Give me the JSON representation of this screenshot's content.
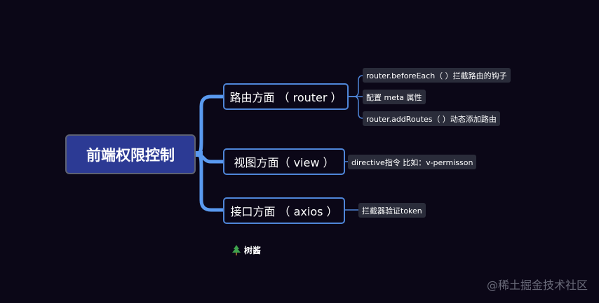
{
  "root": {
    "label": "前端权限控制"
  },
  "branches": [
    {
      "label": "路由方面 （ router ）",
      "leaves": [
        "router.beforeEach（ ）拦截路由的钩子",
        "配置 meta 属性",
        "router.addRoutes（ ）动态添加路由"
      ]
    },
    {
      "label": "视图方面（ view ）",
      "leaves": [
        "directive指令 比如：v-permisson"
      ]
    },
    {
      "label": "接口方面 （ axios ）",
      "leaves": [
        "拦截器验证token"
      ]
    }
  ],
  "credit": {
    "icon": "tree-icon",
    "text": "树酱"
  },
  "watermark": "@稀土掘金技术社区",
  "colors": {
    "background": "#0b0717",
    "root_fill": "#2c3a94",
    "branch_border": "#4f86d9",
    "connector": "#5a9af0",
    "leaf_fill": "#2a2c3a"
  }
}
